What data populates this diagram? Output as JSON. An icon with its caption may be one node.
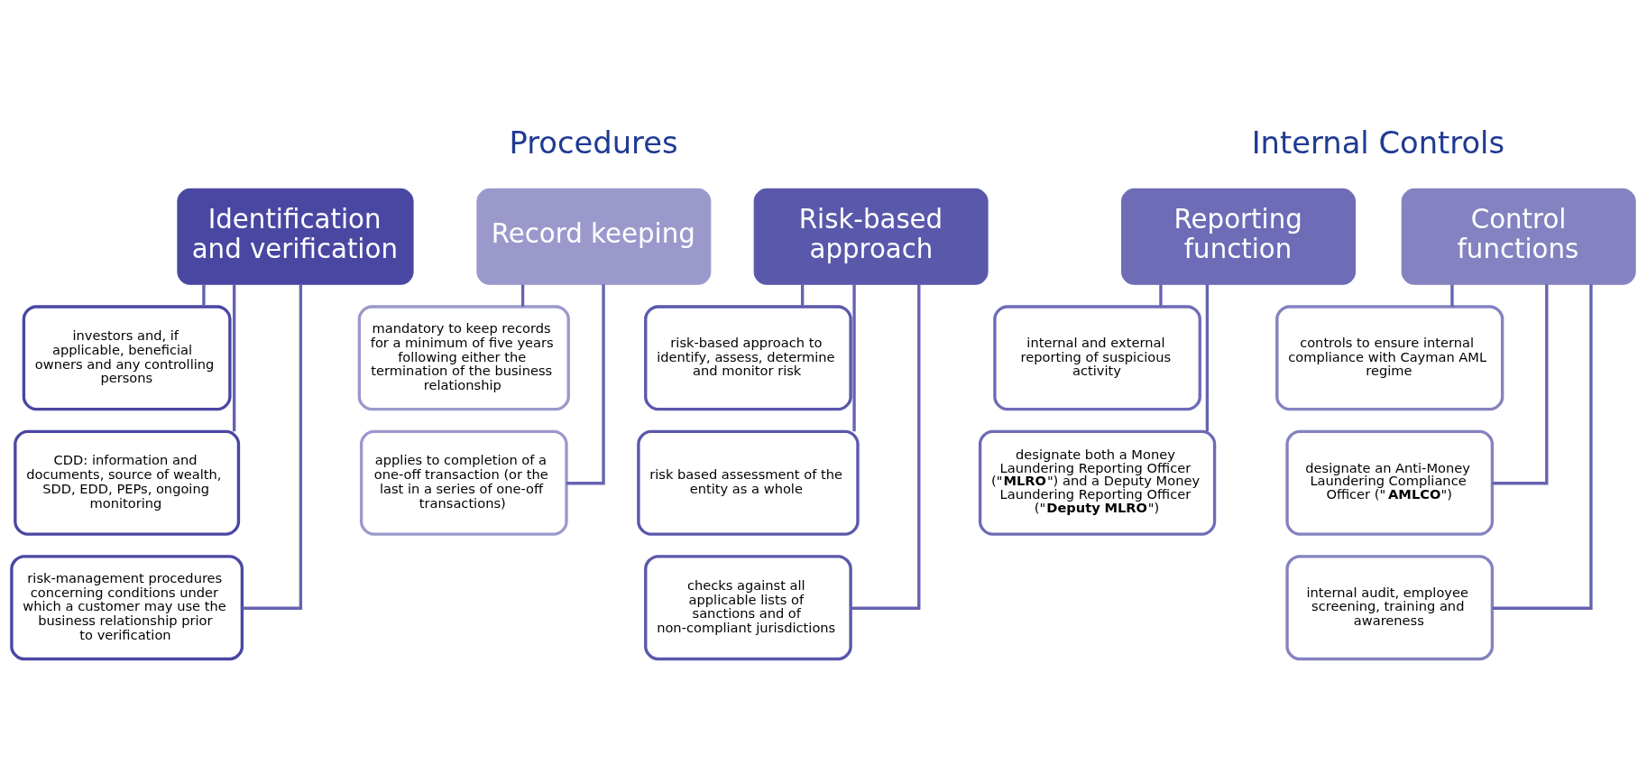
{
  "diagram": {
    "nodes": [
      {
        "text": [
          "Identification and verification"
        ]
      },
      {
        "text": [
          "investors and, if applicable, beneficial  owners and any controlling persons"
        ]
      },
      {
        "text": [
          "CDD: information and documents, source of wealth, SDD, EDD, PEPs, ongoing monitoring"
        ]
      },
      {
        "text": [
          "risk-management procedures concerning conditions under which a customer may use the business relationship prior to verification"
        ]
      },
      {
        "text": [
          "Record keeping"
        ]
      },
      {
        "text": [
          "mandatory to keep records for a minimum of five years following either the termination of the business relationship"
        ]
      },
      {
        "text": [
          "applies to completion of a one-off transaction (or the last in a series of one-off transactions)"
        ]
      },
      {
        "text": [
          "Risk-based approach"
        ]
      },
      {
        "text": [
          "risk-based approach to identify, assess, determine and monitor risk"
        ]
      },
      {
        "text": [
          "risk based assessment of the entity as a whole"
        ]
      },
      {
        "text": [
          "checks against all applicable lists of sanctions and of non-compliant jurisdictions"
        ]
      },
      {
        "text": [
          "Reporting function"
        ]
      },
      {
        "text": [
          "internal and external reporting of suspicious activity"
        ]
      },
      {
        "text": [
          "designate both a Money Laundering Reporting Officer (\"**MLRO**\") and a Deputy Money Laundering Reporting Officer (\"**Deputy MLRO**\")"
        ]
      },
      {
        "text": [
          "Control functions"
        ]
      },
      {
        "text": [
          "controls to ensure internal compliance with Cayman AML regime"
        ]
      },
      {
        "text": [
          "designate an Anti-Money Laundering Compliance Officer (\"**AMLCO**\")"
        ]
      },
      {
        "text": [
          "internal audit, employee screening, training and awareness"
        ]
      }
    ],
    "edges": [
      {
        "from": 0,
        "to": 1,
        "arrow": "none"
      },
      {
        "from": 0,
        "to": 2,
        "arrow": "none"
      },
      {
        "from": 0,
        "to": 3,
        "arrow": "none"
      },
      {
        "from": 4,
        "to": 5,
        "arrow": "none"
      },
      {
        "from": 4,
        "to": 6,
        "arrow": "none"
      },
      {
        "from": 7,
        "to": 8,
        "arrow": "none"
      },
      {
        "from": 7,
        "to": 9,
        "arrow": "none"
      },
      {
        "from": 7,
        "to": 10,
        "arrow": "none"
      },
      {
        "from": 11,
        "to": 12,
        "arrow": "none"
      },
      {
        "from": 11,
        "to": 13,
        "arrow": "none"
      },
      {
        "from": 14,
        "to": 15,
        "arrow": "none"
      },
      {
        "from": 14,
        "to": 16,
        "arrow": "none"
      },
      {
        "from": 14,
        "to": 17,
        "arrow": "none"
      }
    ],
    "labels": [
      "Procedures",
      "Internal Controls"
    ]
  }
}
